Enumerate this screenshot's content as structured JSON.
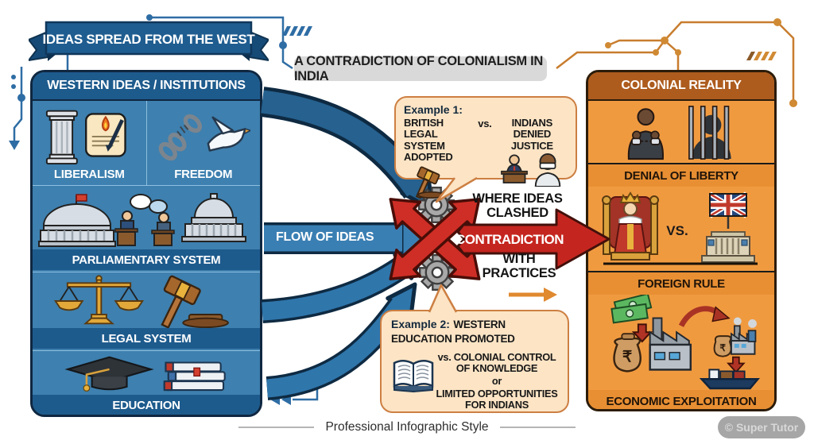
{
  "banner": "IDEAS SPREAD FROM THE WEST",
  "title": "A CONTRADICTION OF COLONIALISM IN INDIA",
  "left_panel": {
    "header": "WESTERN IDEAS / INSTITUTIONS",
    "row1": [
      {
        "label": "LIBERALISM"
      },
      {
        "label": "FREEDOM"
      }
    ],
    "row2": "PARLIAMENTARY SYSTEM",
    "row3": "LEGAL SYSTEM",
    "row4": "EDUCATION"
  },
  "flow": {
    "label": "FLOW OF IDEAS"
  },
  "clash": {
    "top": "WHERE IDEAS CLASHED",
    "banner": "CONTRADICTION",
    "bottom": "WITH PRACTICES"
  },
  "example1": {
    "heading": "Example 1:",
    "left": "BRITISH LEGAL SYSTEM ADOPTED",
    "vs": "vs.",
    "right": "INDIANS DENIED JUSTICE"
  },
  "example2": {
    "heading": "Example 2:",
    "promoted": "WESTERN EDUCATION PROMOTED",
    "vs": "vs. COLONIAL CONTROL OF KNOWLEDGE",
    "or": "or",
    "limited": "LIMITED OPPORTUNITIES FOR INDIANS"
  },
  "right_panel": {
    "header": "COLONIAL REALITY",
    "row1": "DENIAL OF LIBERTY",
    "row2": {
      "vs": "VS.",
      "label": "FOREIGN RULE"
    },
    "row3": "ECONOMIC EXPLOITATION",
    "rupee": "₹"
  },
  "footer": {
    "caption": "Professional Infographic Style",
    "watermark": "© Super Tutor"
  },
  "colors": {
    "blue_header": "#1e5b8d",
    "blue_panel": "#3e80af",
    "navy": "#0f2740",
    "blue_arrow": "#2f76ab",
    "red": "#ce2e26",
    "red_dark": "#4a0d07",
    "peach": "#fce4c5",
    "orange_border": "#cd7f42",
    "orange_panel": "#f09a40",
    "orange_header": "#ad5c1e",
    "orange_strip": "#e88f33",
    "title_gray": "#d9d9d9",
    "gear_gray": "#a8a8a8",
    "circuit_blue": "#2e6da4",
    "circuit_orange": "#c87d2e"
  }
}
